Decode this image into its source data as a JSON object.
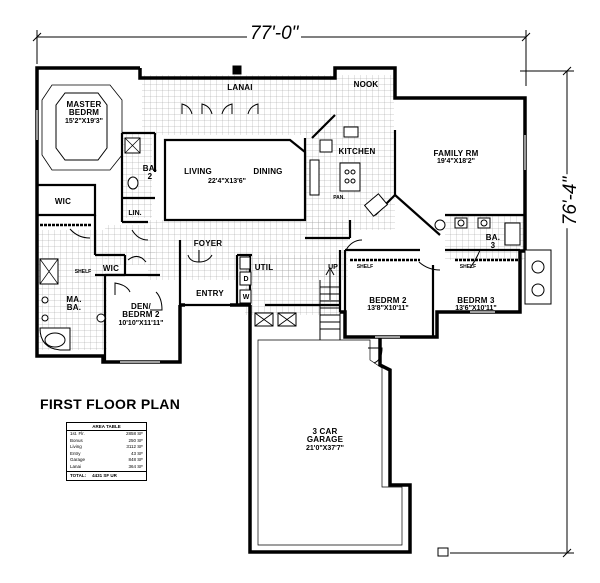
{
  "plan": {
    "title": "FIRST FLOOR PLAN",
    "overall_width": "77'-0\"",
    "overall_depth": "76'-4\""
  },
  "rooms": {
    "master": {
      "name_1": "MASTER",
      "name_2": "BEDRM",
      "size": "15'2\"X19'3\""
    },
    "lanai": {
      "name": "LANAI"
    },
    "nook": {
      "name": "NOOK"
    },
    "family": {
      "name": "FAMILY RM",
      "size": "19'4\"X18'2\""
    },
    "living": {
      "name": "LIVING"
    },
    "dining": {
      "name": "DINING"
    },
    "living_dining_size": "22'4\"X13'6\"",
    "kitchen": {
      "name": "KITCHEN"
    },
    "ba2": {
      "name_1": "BA.",
      "name_2": "2"
    },
    "lin": {
      "name": "LIN."
    },
    "wic_upper": {
      "name": "WIC"
    },
    "wic_lower": {
      "name": "WIC"
    },
    "ma_ba": {
      "name_1": "MA.",
      "name_2": "BA."
    },
    "foyer": {
      "name": "FOYER"
    },
    "entry": {
      "name": "ENTRY"
    },
    "util": {
      "name": "UTIL"
    },
    "den": {
      "name_1": "DEN/",
      "name_2": "BEDRM 2",
      "size": "10'10\"X11'11\""
    },
    "bedrm2": {
      "name": "BEDRM 2",
      "size": "13'8\"X10'11\""
    },
    "bedrm3": {
      "name": "BEDRM 3",
      "size": "13'6\"X10'11\""
    },
    "ba3": {
      "name_1": "BA.",
      "name_2": "3"
    },
    "garage": {
      "name_1": "3 CAR",
      "name_2": "GARAGE",
      "size": "21'0\"X37'7\""
    }
  },
  "tags": {
    "pantry": "PAN.",
    "up": "UP",
    "dryer": "D",
    "washer": "W",
    "shelf": "SHELF",
    "shelf_var": "SHLF"
  },
  "area_table": {
    "heading": "AREA TABLE",
    "rows": [
      {
        "label": "1st. Flr.",
        "value": "2858 SF"
      },
      {
        "label": "Bonus",
        "value": "250 SF"
      },
      {
        "label": "Living",
        "value": "3112 SF"
      },
      {
        "label": "Entry",
        "value": "43 SF"
      },
      {
        "label": "Garage",
        "value": "848 SF"
      },
      {
        "label": "Lanai",
        "value": "364 SF"
      }
    ],
    "total_label": "TOTAL:",
    "total_value": "4431 SF UR"
  }
}
